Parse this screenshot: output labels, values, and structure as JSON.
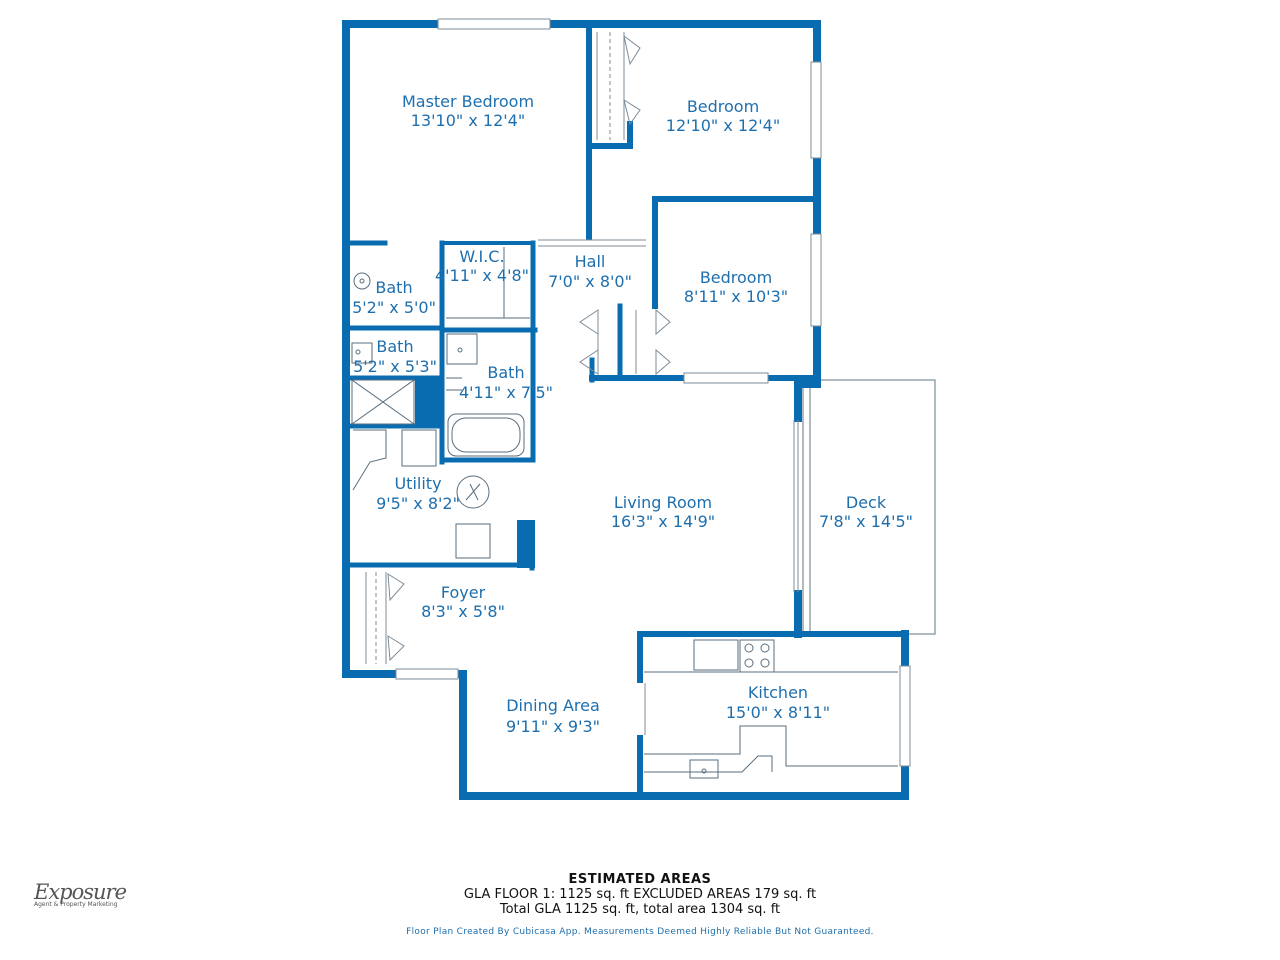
{
  "rooms": {
    "master_bedroom": {
      "name": "Master Bedroom",
      "size": "13'10\" x 12'4\""
    },
    "bedroom_top": {
      "name": "Bedroom",
      "size": "12'10\" x 12'4\""
    },
    "bedroom_mid": {
      "name": "Bedroom",
      "size": "8'11\" x 10'3\""
    },
    "wic": {
      "name": "W.I.C.",
      "size": "4'11\" x 4'8\""
    },
    "hall": {
      "name": "Hall",
      "size": "7'0\" x 8'0\""
    },
    "bath_1": {
      "name": "Bath",
      "size": "5'2\" x 5'0\""
    },
    "bath_2": {
      "name": "Bath",
      "size": "5'2\" x 5'3\""
    },
    "bath_3": {
      "name": "Bath",
      "size": "4'11\" x 7'5\""
    },
    "utility": {
      "name": "Utility",
      "size": "9'5\" x 8'2\""
    },
    "living_room": {
      "name": "Living Room",
      "size": "16'3\" x 14'9\""
    },
    "deck": {
      "name": "Deck",
      "size": "7'8\" x 14'5\""
    },
    "foyer": {
      "name": "Foyer",
      "size": "8'3\" x 5'8\""
    },
    "dining_area": {
      "name": "Dining Area",
      "size": "9'11\" x 9'3\""
    },
    "kitchen": {
      "name": "Kitchen",
      "size": "15'0\" x 8'11\""
    }
  },
  "footer": {
    "title": "ESTIMATED AREAS",
    "gla_line": "GLA FLOOR 1: 1125 sq. ft EXCLUDED AREAS 179 sq. ft",
    "total_line": "Total GLA 1125 sq. ft, total area 1304 sq. ft",
    "disclaimer": "Floor Plan Created By Cubicasa App. Measurements Deemed Highly Reliable But Not Guaranteed."
  },
  "logo": {
    "name": "Exposure",
    "tagline": "Agent & Property Marketing"
  },
  "colors": {
    "wall": "#0a6cb0",
    "label": "#1e6fae",
    "fixture": "#5a6e7e"
  }
}
